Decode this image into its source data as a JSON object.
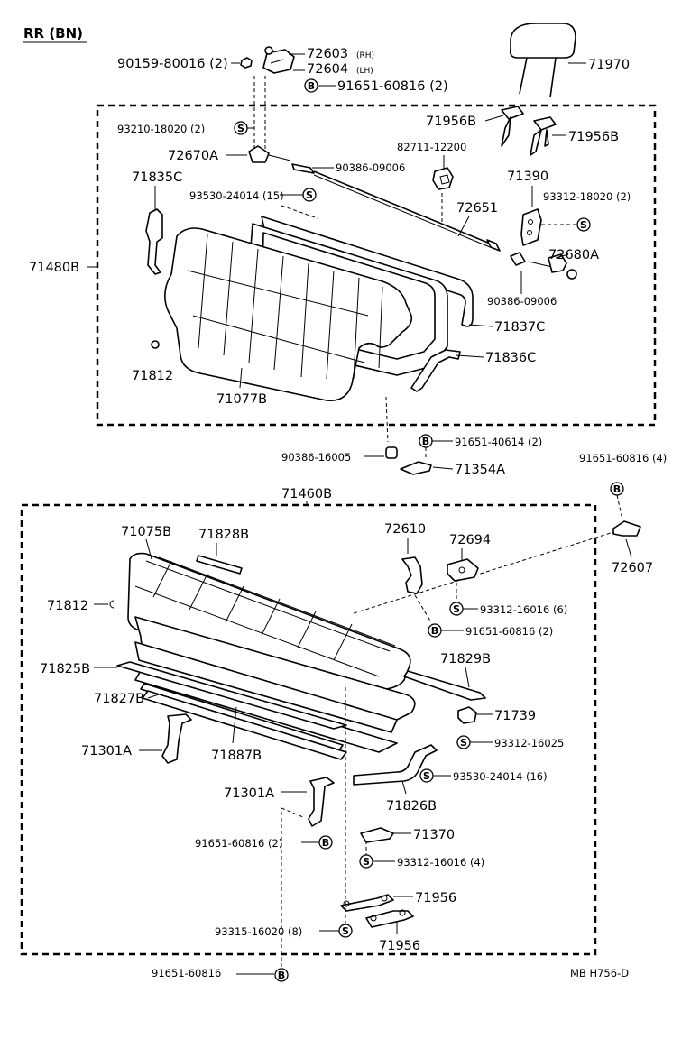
{
  "header": {
    "code": "RR (BN)"
  },
  "footer": {
    "ref": "MB  H756-D"
  },
  "symbols": {
    "bolt": "B",
    "screw": "S"
  },
  "upper": {
    "assembly": "71480B",
    "labels": {
      "p90159": "90159-80016 (2)",
      "p72603": "72603",
      "p72603_side": "(RH)",
      "p72604": "72604",
      "p72604_side": "(LH)",
      "p91651_top": "91651-60816 (2)",
      "p71970": "71970",
      "p93210": "93210-18020 (2)",
      "p71956B_a": "71956B",
      "p71956B_b": "71956B",
      "p72670A": "72670A",
      "p90386_09006_a": "90386-09006",
      "p82711": "82711-12200",
      "p71390": "71390",
      "p71835C": "71835C",
      "p93530_15": "93530-24014 (15)",
      "p72651": "72651",
      "p93312_18020": "93312-18020 (2)",
      "p72680A": "72680A",
      "p90386_09006_b": "90386-09006",
      "p71837C": "71837C",
      "p71836C": "71836C",
      "p71812": "71812",
      "p71077B": "71077B"
    }
  },
  "middle": {
    "labels": {
      "p90386_16005": "90386-16005",
      "p91651_40614": "91651-40614 (2)",
      "p71354A": "71354A",
      "p91651_60816_4": "91651-60816 (4)",
      "p72607": "72607"
    }
  },
  "lower": {
    "assembly": "71460B",
    "labels": {
      "p71075B": "71075B",
      "p71828B": "71828B",
      "p72610": "72610",
      "p72694": "72694",
      "p71812": "71812",
      "p93312_16016_6": "93312-16016 (6)",
      "p91651_60816_2a": "91651-60816 (2)",
      "p71825B": "71825B",
      "p71829B": "71829B",
      "p71827B": "71827B",
      "p71739": "71739",
      "p71301A_a": "71301A",
      "p71887B": "71887B",
      "p93312_16025": "93312-16025",
      "p93530_16": "93530-24014 (16)",
      "p71826B": "71826B",
      "p71301A_b": "71301A",
      "p71370": "71370",
      "p91651_60816_2b": "91651-60816 (2)",
      "p93312_16016_4": "93312-16016 (4)",
      "p71956_a": "71956",
      "p93315": "93315-16020 (8)",
      "p71956_b": "71956",
      "p91651_60816": "91651-60816"
    }
  }
}
